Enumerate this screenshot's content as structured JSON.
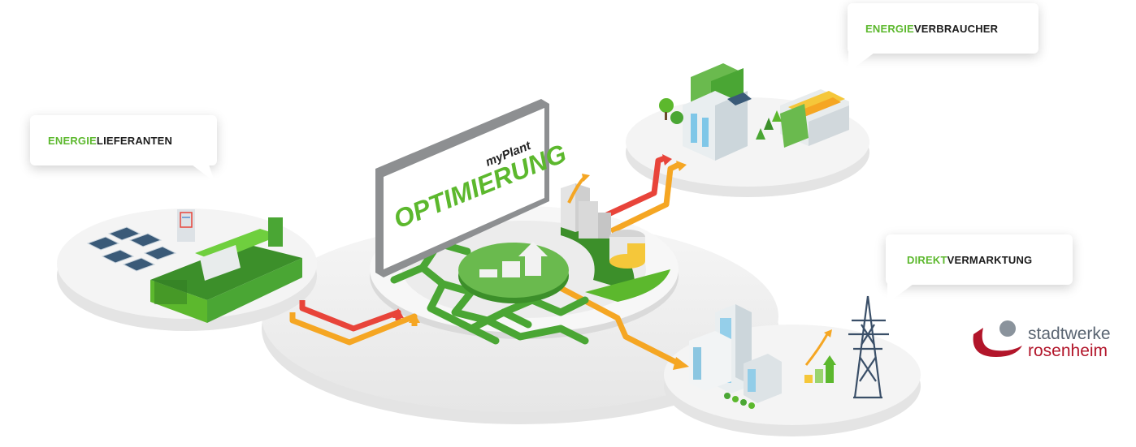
{
  "callouts": {
    "lieferanten": {
      "highlight": "ENERGIE",
      "rest": "LIEFERANTEN"
    },
    "verbraucher": {
      "highlight": "ENERGIE",
      "rest": "VERBRAUCHER"
    },
    "vermarktung": {
      "highlight": "DIREKT",
      "rest": "VERMARKTUNG"
    }
  },
  "screen": {
    "brand": "myPlant",
    "title": "OPTIMIERUNG"
  },
  "logo": {
    "line1": "stadtwerke",
    "line2": "rosenheim"
  },
  "colors": {
    "accent_green": "#5cb82d",
    "dark_green": "#3c8f2a",
    "flow_red": "#e8443a",
    "flow_orange": "#f5a623",
    "platform": "#eeeeee",
    "logo_red": "#b2152a",
    "logo_grey": "#8a939c"
  }
}
